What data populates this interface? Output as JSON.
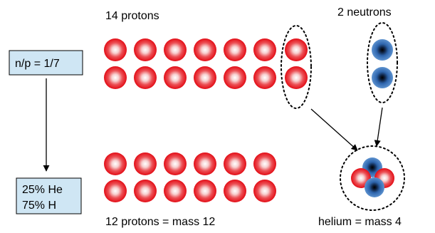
{
  "labels": {
    "top_protons": "14 protons",
    "neutrons": "2 neutrons",
    "ratio": "n/p = 1/7",
    "abundance_he": "25% He",
    "abundance_h": "75% H",
    "bottom_protons": "12 protons = mass 12",
    "helium": "helium = mass 4"
  },
  "colors": {
    "proton": "#e8121b",
    "neutron": "#2a5fa8",
    "box_fill": "#cfe6f4",
    "line": "#000000"
  }
}
